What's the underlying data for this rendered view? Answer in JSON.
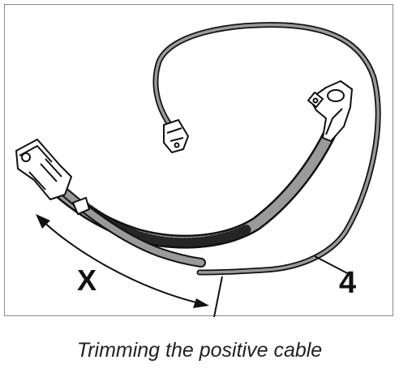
{
  "figure": {
    "callouts": {
      "dimension_label": "X",
      "part_number": "4"
    },
    "caption": "Trimming the positive cable"
  },
  "colors": {
    "line": "#111111",
    "cable_fill": "#9a9a9a",
    "frame": "#8a8a8a"
  }
}
